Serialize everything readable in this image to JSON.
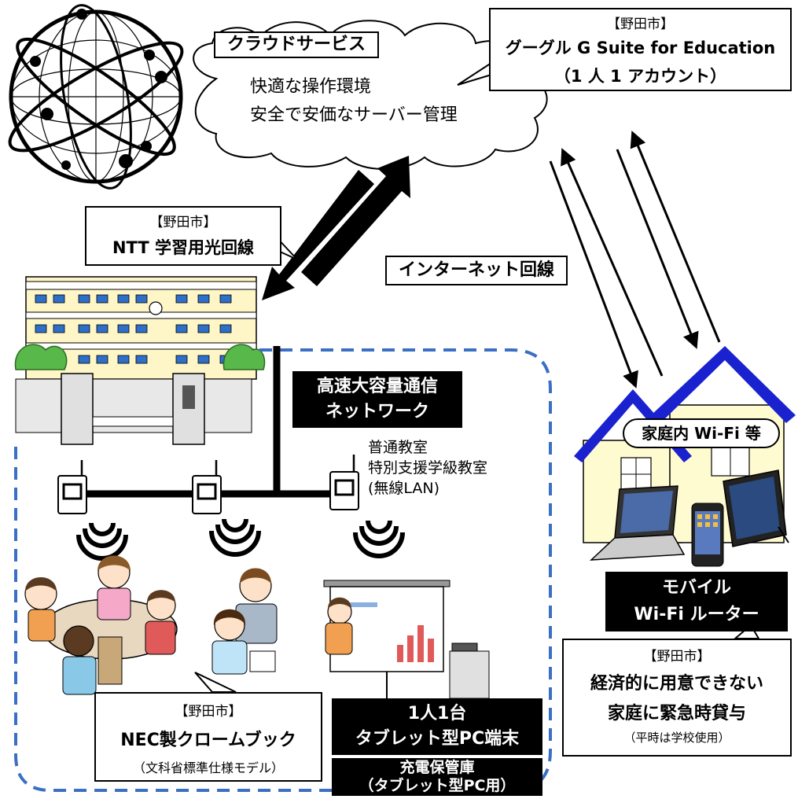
{
  "cloud": {
    "label": "クラウドサービス",
    "line1": "快適な操作環境",
    "line2": "安全で安価なサーバー管理"
  },
  "gsuite": {
    "city": "【野田市】",
    "title": "グーグル G Suite for Education",
    "sub": "（1 人 1 アカウント）"
  },
  "ntt": {
    "city": "【野田市】",
    "title": "NTT 学習用光回線"
  },
  "internet_label": "インターネット回線",
  "network_label": [
    "高速大容量通信",
    "ネットワーク"
  ],
  "classroom_info": [
    "普通教室",
    "特別支援学級教室",
    "(無線LAN)"
  ],
  "home_wifi_label": "家庭内 Wi-Fi 等",
  "router_label": [
    "モバイル",
    "Wi-Fi ルーター"
  ],
  "loan": {
    "city": "【野田市】",
    "line1": "経済的に用意できない",
    "line2": "家庭に緊急時貸与",
    "note": "（平時は学校使用）"
  },
  "chromebook": {
    "city": "【野田市】",
    "title": "NEC製クロームブック",
    "note": "（文科省標準仕様モデル）"
  },
  "tablet_label": [
    "1人1台",
    "タブレット型PC端末"
  ],
  "storage_label": [
    "充電保管庫",
    "（タブレット型PC用）"
  ],
  "colors": {
    "dashed_border": "#3b6fc4",
    "roof": "#1a22d0",
    "house_wall": "#fffbd0",
    "wall_green": "#59b84a",
    "school_wall": "#fff6c8",
    "window_blue": "#2e6fc7"
  },
  "icons": [
    "globe-icon",
    "school-building-icon",
    "wireless-access-point-icon",
    "wifi-signal-icon",
    "house-icon",
    "laptop-icon",
    "smartphone-icon",
    "tablet-icon",
    "projector-screen-icon",
    "students-illustration"
  ]
}
